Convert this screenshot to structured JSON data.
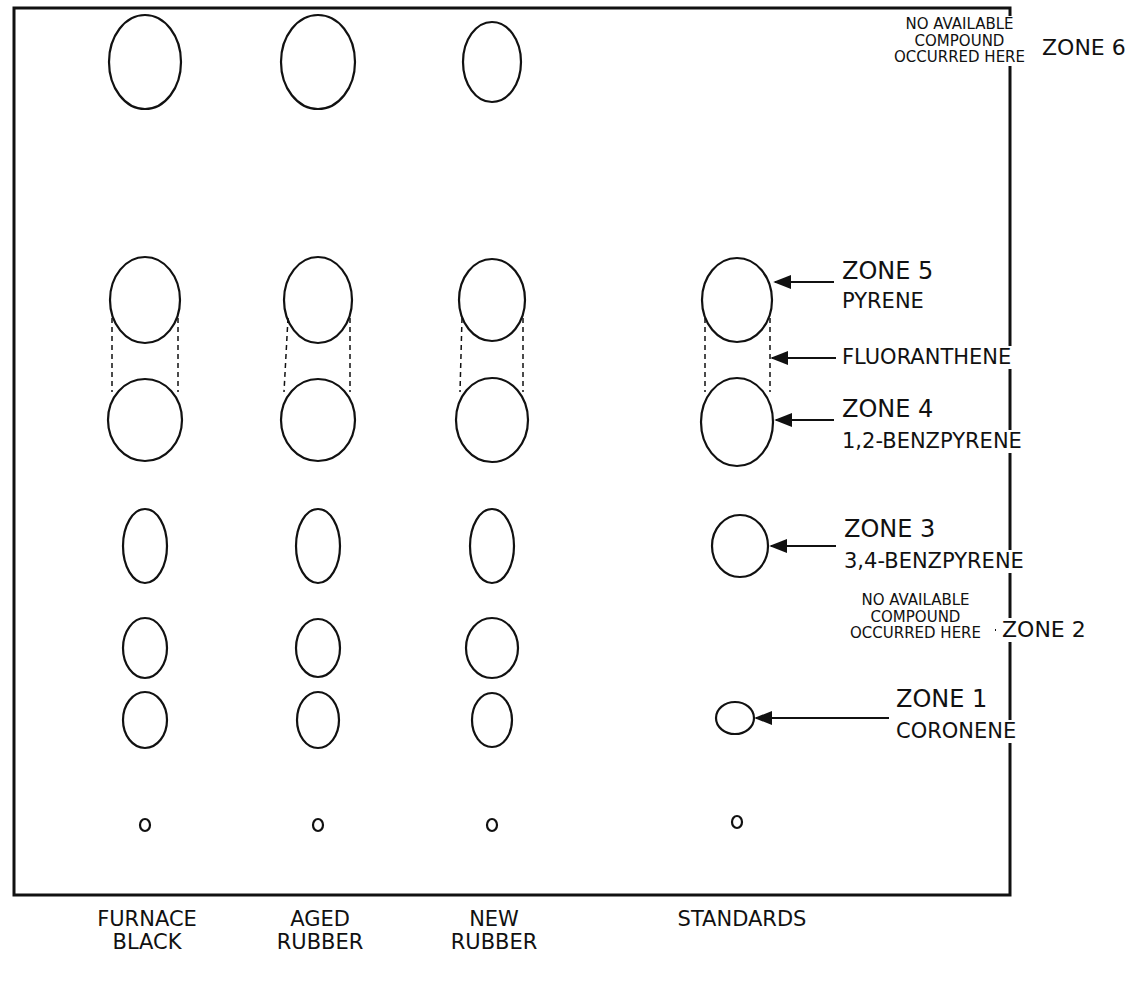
{
  "diagram": {
    "labels": [
      "NO AVAILABLE COMPOUND OCCURRED HERE",
      "ZONE 6",
      "ZONE 5",
      "PYRENE",
      "FLUORANTHENE",
      "ZONE 4",
      "1,2-BENZPYRENE",
      "ZONE 3",
      "3,4-BENZPYRENE",
      "NO AVAILABLE COMPOUND OCCURRED HERE",
      "ZONE 2",
      "ZONE 1",
      "CORONENE",
      "FURNACE BLACK",
      "AGED RUBBER",
      "NEW RUBBER",
      "STANDARDS"
    ]
  }
}
